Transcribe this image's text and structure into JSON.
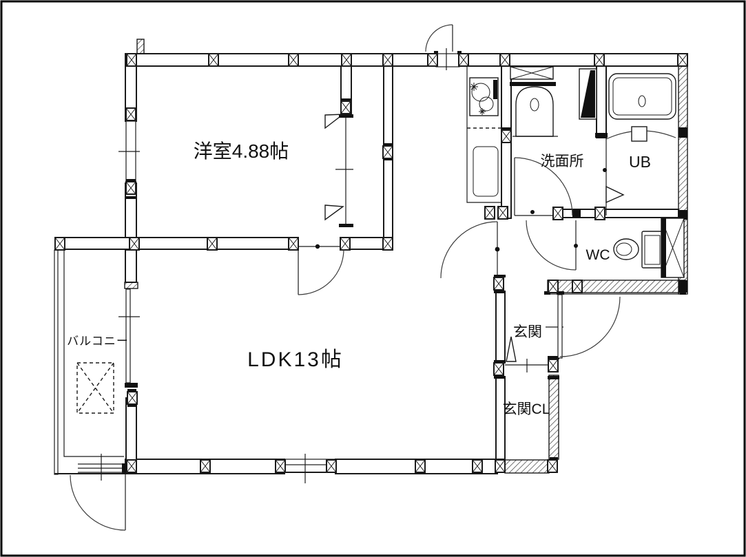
{
  "title": "間取り図",
  "colors": {
    "background": "#ffffff",
    "line": "#1a1a1a"
  },
  "rooms": [
    {
      "id": "western-room",
      "label": "洋室4.88帖"
    },
    {
      "id": "washroom",
      "label": "洗面所"
    },
    {
      "id": "unit-bath",
      "label": "UB"
    },
    {
      "id": "toilet-room",
      "label": "WC"
    },
    {
      "id": "entrance",
      "label": "玄関"
    },
    {
      "id": "entrance-closet",
      "label": "玄関CL"
    },
    {
      "id": "ldk",
      "label": "LDK13帖"
    },
    {
      "id": "balcony",
      "label": "バルコニー"
    }
  ],
  "fixtures": [
    {
      "id": "kitchen-sink",
      "icon": "kitchen-sink-icon"
    },
    {
      "id": "refrigerator-space",
      "icon": "refrigerator-space-icon"
    },
    {
      "id": "washing-machine",
      "icon": "washing-machine-space-icon"
    },
    {
      "id": "washbasin",
      "icon": "washbasin-icon"
    },
    {
      "id": "water-heater",
      "icon": "water-heater-icon"
    },
    {
      "id": "bathtub",
      "icon": "bathtub-icon"
    },
    {
      "id": "toilet",
      "icon": "toilet-icon"
    },
    {
      "id": "pipe-space",
      "icon": "pipe-space-icon"
    },
    {
      "id": "balcony-pad",
      "icon": "balcony-service-pad-icon"
    }
  ]
}
